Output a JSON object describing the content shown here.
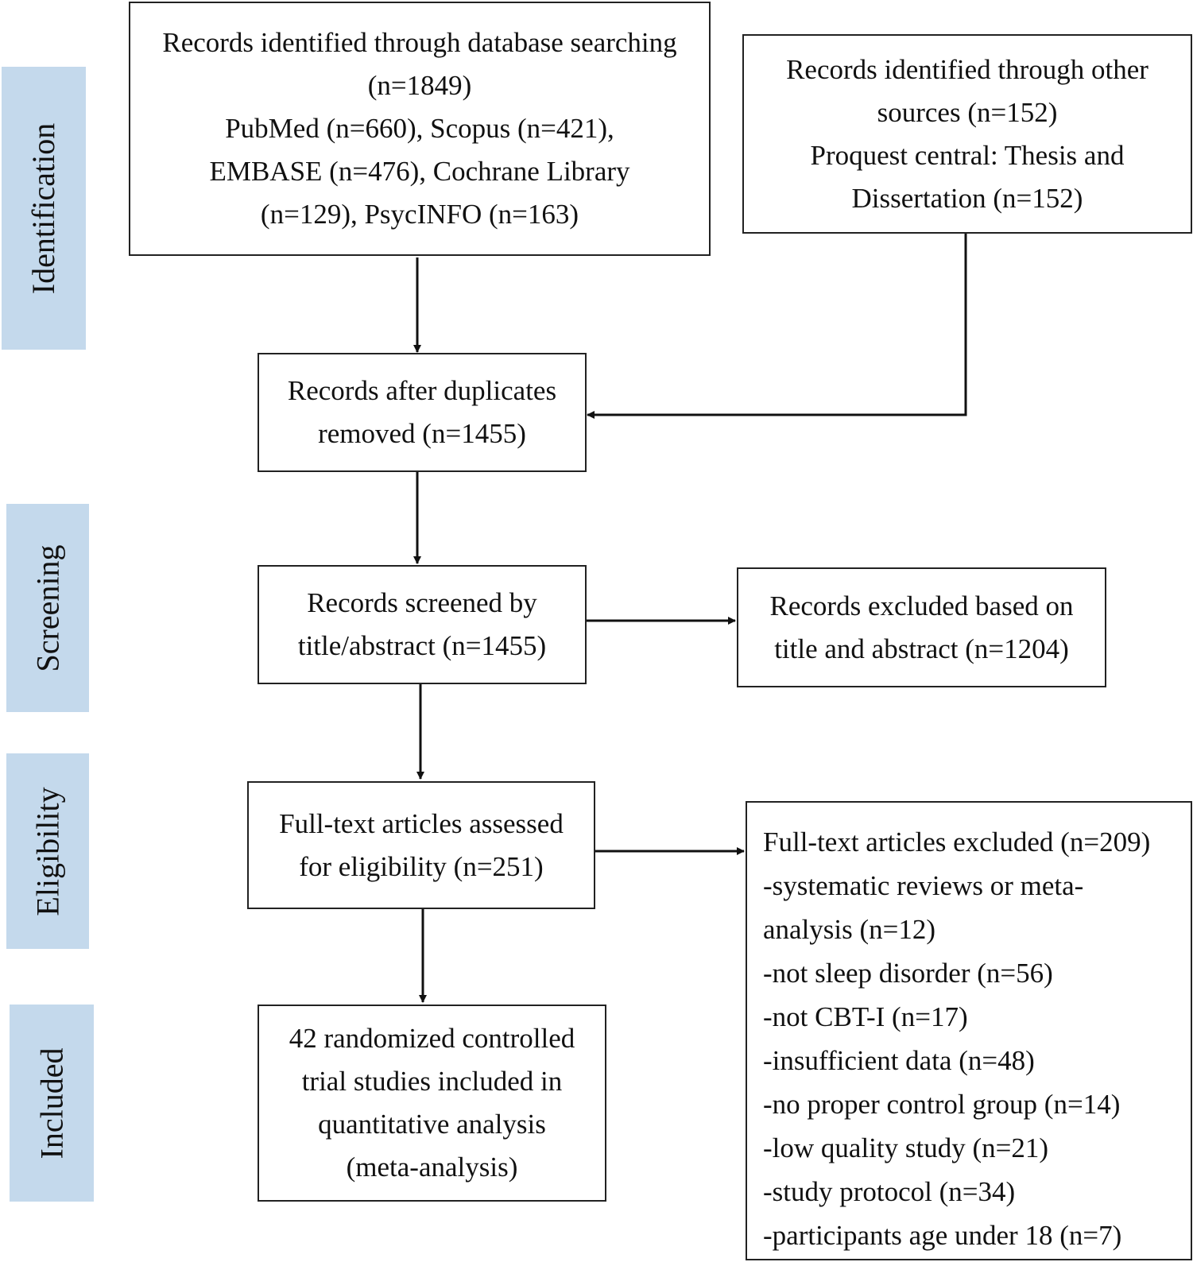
{
  "colors": {
    "stage_band": "#c4d9ec",
    "box_border": "#222222",
    "arrow": "#111111"
  },
  "stages": {
    "identification": "Identification",
    "screening": "Screening",
    "eligibility": "Eligibility",
    "included": "Included"
  },
  "boxes": {
    "database_search": [
      "Records identified through database searching",
      "(n=1849)",
      "PubMed (n=660), Scopus (n=421),",
      "EMBASE (n=476), Cochrane Library",
      "(n=129), PsycINFO (n=163)"
    ],
    "other_sources": [
      "Records identified through other",
      "sources (n=152)",
      "Proquest central: Thesis and",
      "Dissertation (n=152)"
    ],
    "duplicates_removed": [
      "Records after duplicates",
      "removed (n=1455)"
    ],
    "screened": [
      "Records screened by",
      "title/abstract (n=1455)"
    ],
    "excluded_title": [
      "Records excluded based on",
      "title and abstract (n=1204)"
    ],
    "fulltext_assessed": [
      "Full-text articles assessed",
      "for eligibility (n=251)"
    ],
    "fulltext_excluded": [
      "Full-text articles excluded (n=209)",
      "-systematic reviews or meta-",
      "analysis (n=12)",
      "-not sleep disorder (n=56)",
      "-not CBT-I (n=17)",
      "-insufficient data (n=48)",
      "-no proper control group (n=14)",
      "-low quality study (n=21)",
      "-study protocol (n=34)",
      "-participants age under 18 (n=7)"
    ],
    "included_studies": [
      "42 randomized controlled",
      "trial studies included in",
      "quantitative analysis",
      "(meta-analysis)"
    ]
  }
}
